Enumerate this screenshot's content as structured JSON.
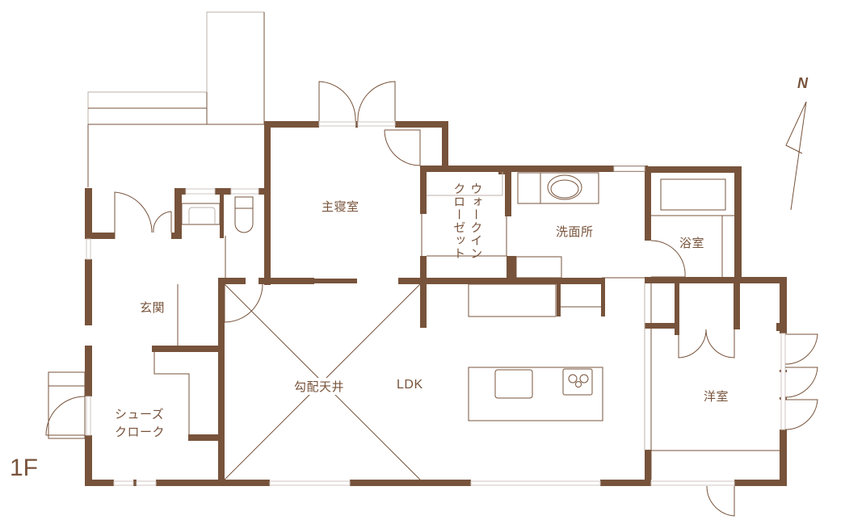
{
  "plan": {
    "floor_label": "1F",
    "north_label": "N",
    "colors": {
      "wall": "#77533b",
      "line": "#77533b",
      "window": "#cfc6c0"
    },
    "rooms": [
      {
        "id": "master-bedroom",
        "label": "主寝室"
      },
      {
        "id": "walk-in-closet",
        "label": "ウォークイン\nクローゼット",
        "line1": "ウォークイン",
        "line2": "クローゼット"
      },
      {
        "id": "washroom",
        "label": "洗面所"
      },
      {
        "id": "bathroom",
        "label": "浴室"
      },
      {
        "id": "entrance",
        "label": "玄関"
      },
      {
        "id": "shoe-cloak",
        "label": "シューズ\nクローク",
        "line1": "シューズ",
        "line2": "クローク"
      },
      {
        "id": "sloped-ceiling",
        "label": "勾配天井"
      },
      {
        "id": "ldk",
        "label": "LDK"
      },
      {
        "id": "western-room",
        "label": "洋室"
      }
    ]
  }
}
